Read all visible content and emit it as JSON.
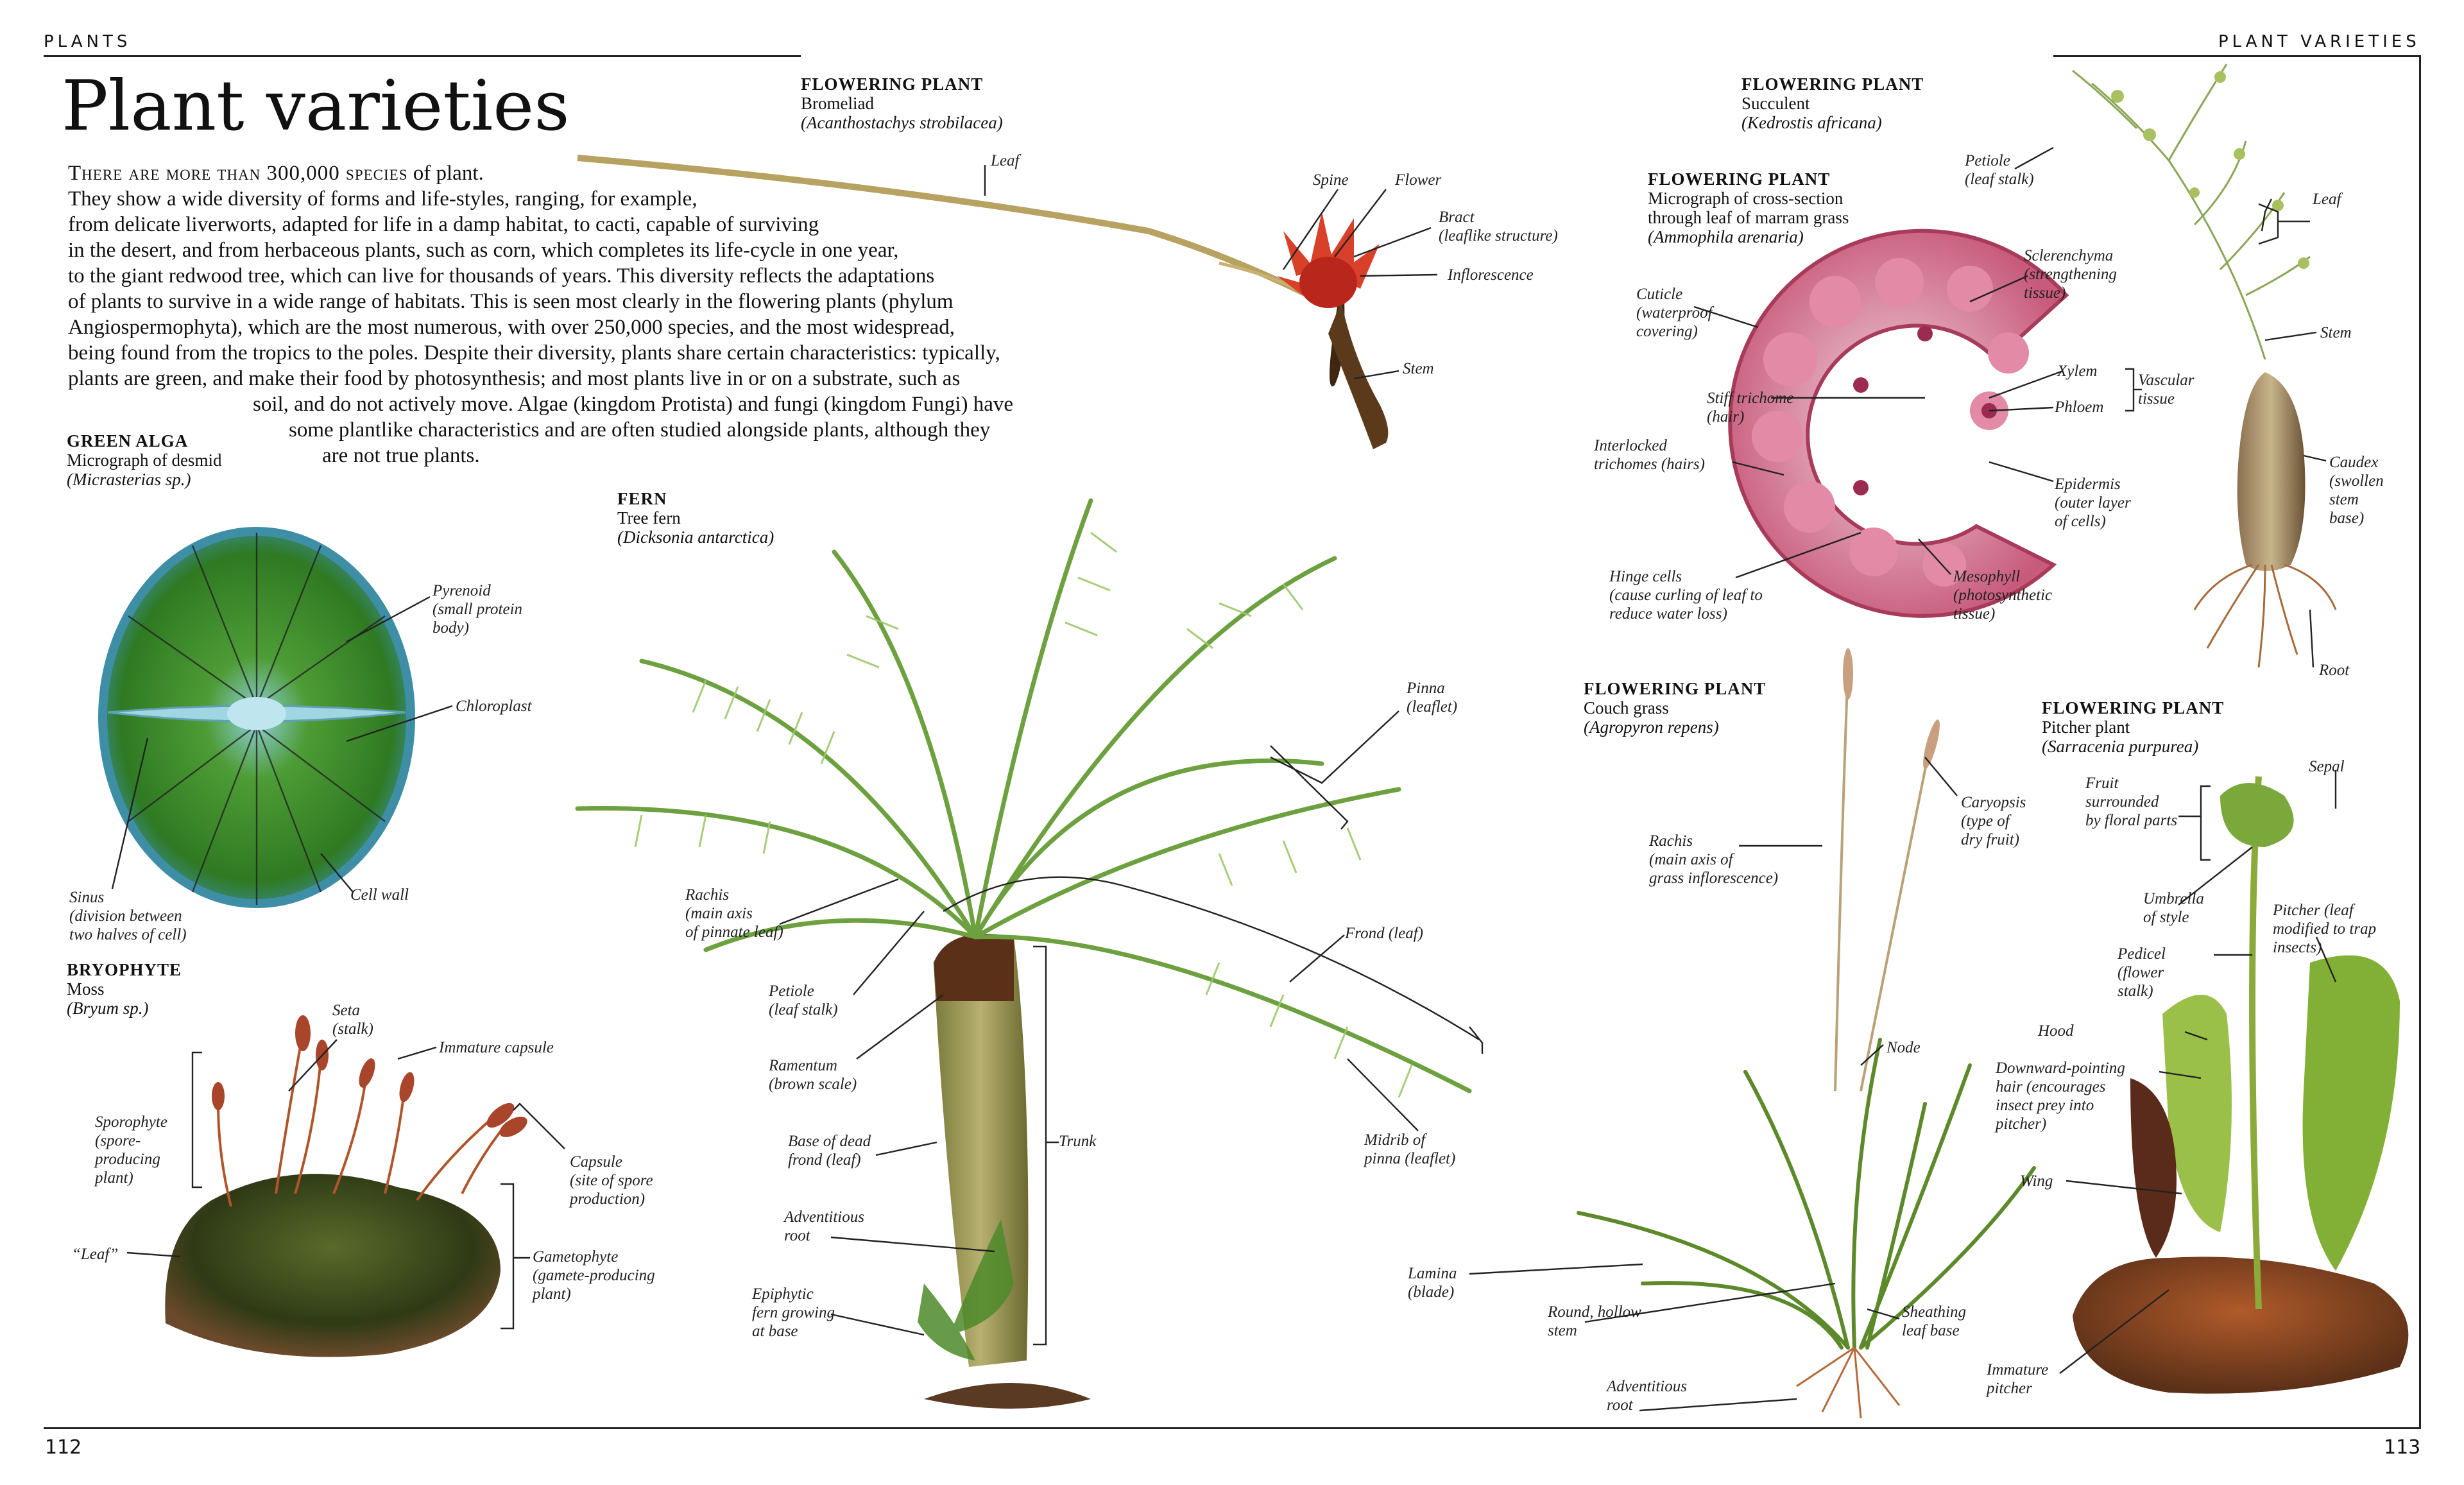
{
  "header": {
    "left": "PLANTS",
    "right": "PLANT VARIETIES"
  },
  "title": "Plant varieties",
  "intro": {
    "lead": "There are more than 300,000 species",
    "lines": [
      " of plant.",
      "They show a wide diversity of forms and life-styles, ranging, for example,",
      "from delicate liverworts, adapted for life in a damp habitat, to cacti, capable of surviving",
      "in the desert, and from herbaceous plants, such as corn, which completes its life-cycle in one year,",
      "to the giant redwood tree, which can live for thousands of years. This diversity reflects the adaptations",
      "of plants to survive in a wide range of habitats. This is seen most clearly in the flowering plants (phylum",
      "Angiospermophyta), which are the most numerous, with over 250,000 species, and the most widespread,",
      "being found from the tropics to the poles. Despite their diversity, plants share certain characteristics: typically,",
      "plants are green, and make their food by photosynthesis; and most plants live in or on a substrate, such as",
      "soil, and do not actively move. Algae (kingdom Protista) and fungi (kingdom Fungi) have",
      "some plantlike characteristics and are often studied alongside plants, although they",
      "are not true plants."
    ]
  },
  "sections": {
    "alga": {
      "heading": "GREEN ALGA",
      "sub": "Micrograph of desmid",
      "latin": "(Micrasterias sp.)"
    },
    "bryophyte": {
      "heading": "BRYOPHYTE",
      "sub": "Moss",
      "latin": "(Bryum sp.)"
    },
    "fern": {
      "heading": "FERN",
      "sub": "Tree fern",
      "latin": "(Dicksonia antarctica)"
    },
    "bromeliad": {
      "heading": "FLOWERING PLANT",
      "sub": "Bromeliad",
      "latin": "(Acanthostachys strobilacea)"
    },
    "marram": {
      "heading": "FLOWERING PLANT",
      "sub": "Micrograph of cross-section\nthrough leaf of marram grass",
      "latin": "(Ammophila arenaria)"
    },
    "succulent": {
      "heading": "FLOWERING PLANT",
      "sub": "Succulent",
      "latin": "(Kedrostis africana)"
    },
    "couch": {
      "heading": "FLOWERING PLANT",
      "sub": "Couch grass",
      "latin": "(Agropyron repens)"
    },
    "pitcher": {
      "heading": "FLOWERING PLANT",
      "sub": "Pitcher plant",
      "latin": "(Sarracenia purpurea)"
    }
  },
  "labels": {
    "alga_pyrenoid": "Pyrenoid\n(small protein\nbody)",
    "alga_chloroplast": "Chloroplast",
    "alga_sinus": "Sinus\n(division between\ntwo halves of cell)",
    "alga_cellwall": "Cell wall",
    "moss_seta": "Seta\n(stalk)",
    "moss_immature": "Immature capsule",
    "moss_sporophyte": "Sporophyte\n(spore-\nproducing\nplant)",
    "moss_capsule": "Capsule\n(site of spore\nproduction)",
    "moss_leaf": "“Leaf”",
    "moss_gametophyte": "Gametophyte\n(gamete-producing\nplant)",
    "brom_leaf": "Leaf",
    "brom_spine": "Spine",
    "brom_flower": "Flower",
    "brom_bract": "Bract\n(leaflike structure)",
    "brom_inflorescence": "Inflorescence",
    "brom_stem": "Stem",
    "fern_pinna": "Pinna\n(leaflet)",
    "fern_rachis": "Rachis\n(main axis\nof pinnate leaf)",
    "fern_frond": "Frond (leaf)",
    "fern_petiole": "Petiole\n(leaf stalk)",
    "fern_ramentum": "Ramentum\n(brown scale)",
    "fern_base": "Base of dead\nfrond (leaf)",
    "fern_trunk": "Trunk",
    "fern_midrib": "Midrib of\npinna (leaflet)",
    "fern_adventitious": "Adventitious\nroot",
    "fern_epiphytic": "Epiphytic\nfern growing\nat base",
    "mar_cuticle": "Cuticle\n(waterproof\ncovering)",
    "mar_scler": "Sclerenchyma\n(strengthening\ntissue)",
    "mar_trichome": "Stiff trichome\n(hair)",
    "mar_xylem": "Xylem",
    "mar_phloem": "Phloem",
    "mar_vascular": "Vascular\ntissue",
    "mar_interlocked": "Interlocked\ntrichomes (hairs)",
    "mar_epidermis": "Epidermis\n(outer layer\nof cells)",
    "mar_hinge": "Hinge cells\n(cause curling of leaf to\nreduce water loss)",
    "mar_mesophyll": "Mesophyll\n(photosynthetic\ntissue)",
    "suc_petiole": "Petiole\n(leaf stalk)",
    "suc_leaf": "Leaf",
    "suc_stem": "Stem",
    "suc_caudex": "Caudex\n(swollen\nstem\nbase)",
    "suc_root": "Root",
    "cg_caryopsis": "Caryopsis\n(type of\ndry fruit)",
    "cg_rachis": "Rachis\n(main axis of\ngrass inflorescence)",
    "cg_node": "Node",
    "cg_lamina": "Lamina\n(blade)",
    "cg_stem": "Round, hollow\nstem",
    "cg_sheath": "Sheathing\nleaf base",
    "cg_root": "Adventitious\nroot",
    "pp_sepal": "Sepal",
    "pp_fruit": "Fruit\nsurrounded\nby floral parts",
    "pp_umbrella": "Umbrella\nof style",
    "pp_pitcher": "Pitcher (leaf\nmodified to trap\ninsects)",
    "pp_pedicel": "Pedicel\n(flower\nstalk)",
    "pp_hood": "Hood",
    "pp_hair": "Downward-pointing\nhair (encourages\ninsect prey into\npitcher)",
    "pp_wing": "Wing",
    "pp_immature": "Immature\npitcher"
  },
  "pages": {
    "left": "112",
    "right": "113"
  },
  "colors": {
    "ink": "#111111",
    "fern_green": "#7fae4e",
    "alga_green": "#3f8f2a",
    "alga_blue": "#5fa0b4",
    "marram_pink": "#c8587a",
    "moss_red": "#a8452a"
  }
}
